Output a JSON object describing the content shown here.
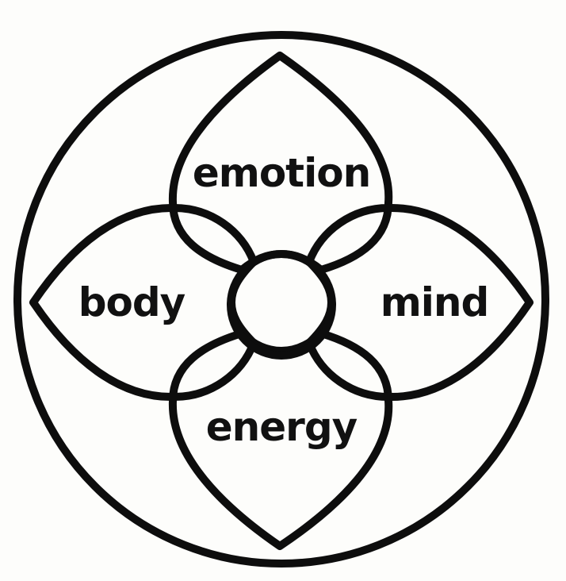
{
  "diagram": {
    "labels": {
      "top": "emotion",
      "left": "body",
      "right": "mind",
      "bottom": "energy"
    },
    "colors": {
      "stroke": "#0d0d0d",
      "text": "#111111",
      "background": "#fdfdfb"
    }
  }
}
